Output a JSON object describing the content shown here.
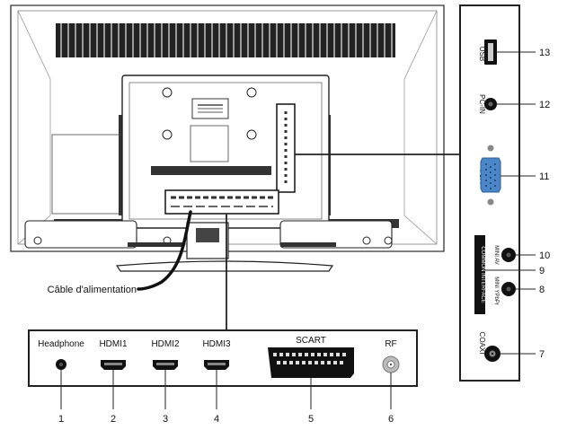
{
  "power_cable_label": "Câble d'alimentation",
  "bottom_panel": {
    "ports": [
      {
        "label": "Headphone",
        "number": "1",
        "icon": "headphone-jack-icon"
      },
      {
        "label": "HDMI1",
        "number": "2",
        "icon": "hdmi-port-icon"
      },
      {
        "label": "HDMI2",
        "number": "3",
        "icon": "hdmi-port-icon"
      },
      {
        "label": "HDMI3",
        "number": "4",
        "icon": "hdmi-port-icon"
      },
      {
        "label": "SCART",
        "number": "5",
        "icon": "scart-port-icon"
      },
      {
        "label": "RF",
        "number": "6",
        "icon": "rf-coax-port-icon"
      }
    ]
  },
  "side_panel": {
    "ports": [
      {
        "label": "USB",
        "number": "13",
        "icon": "usb-port-icon"
      },
      {
        "label": "PC-IN",
        "number": "12",
        "icon": "audio-jack-icon"
      },
      {
        "label": "VGA",
        "number": "11",
        "icon": "vga-port-icon"
      },
      {
        "label": "MINI AV",
        "number": "10",
        "icon": "av-jack-icon"
      },
      {
        "label": "COMMON INTERFACE",
        "number": "9",
        "icon": "ci-slot-icon"
      },
      {
        "label": "MINI YPbPr",
        "number": "8",
        "icon": "ypbpr-jack-icon"
      },
      {
        "label": "COAXI",
        "number": "7",
        "icon": "coax-jack-icon"
      }
    ]
  }
}
